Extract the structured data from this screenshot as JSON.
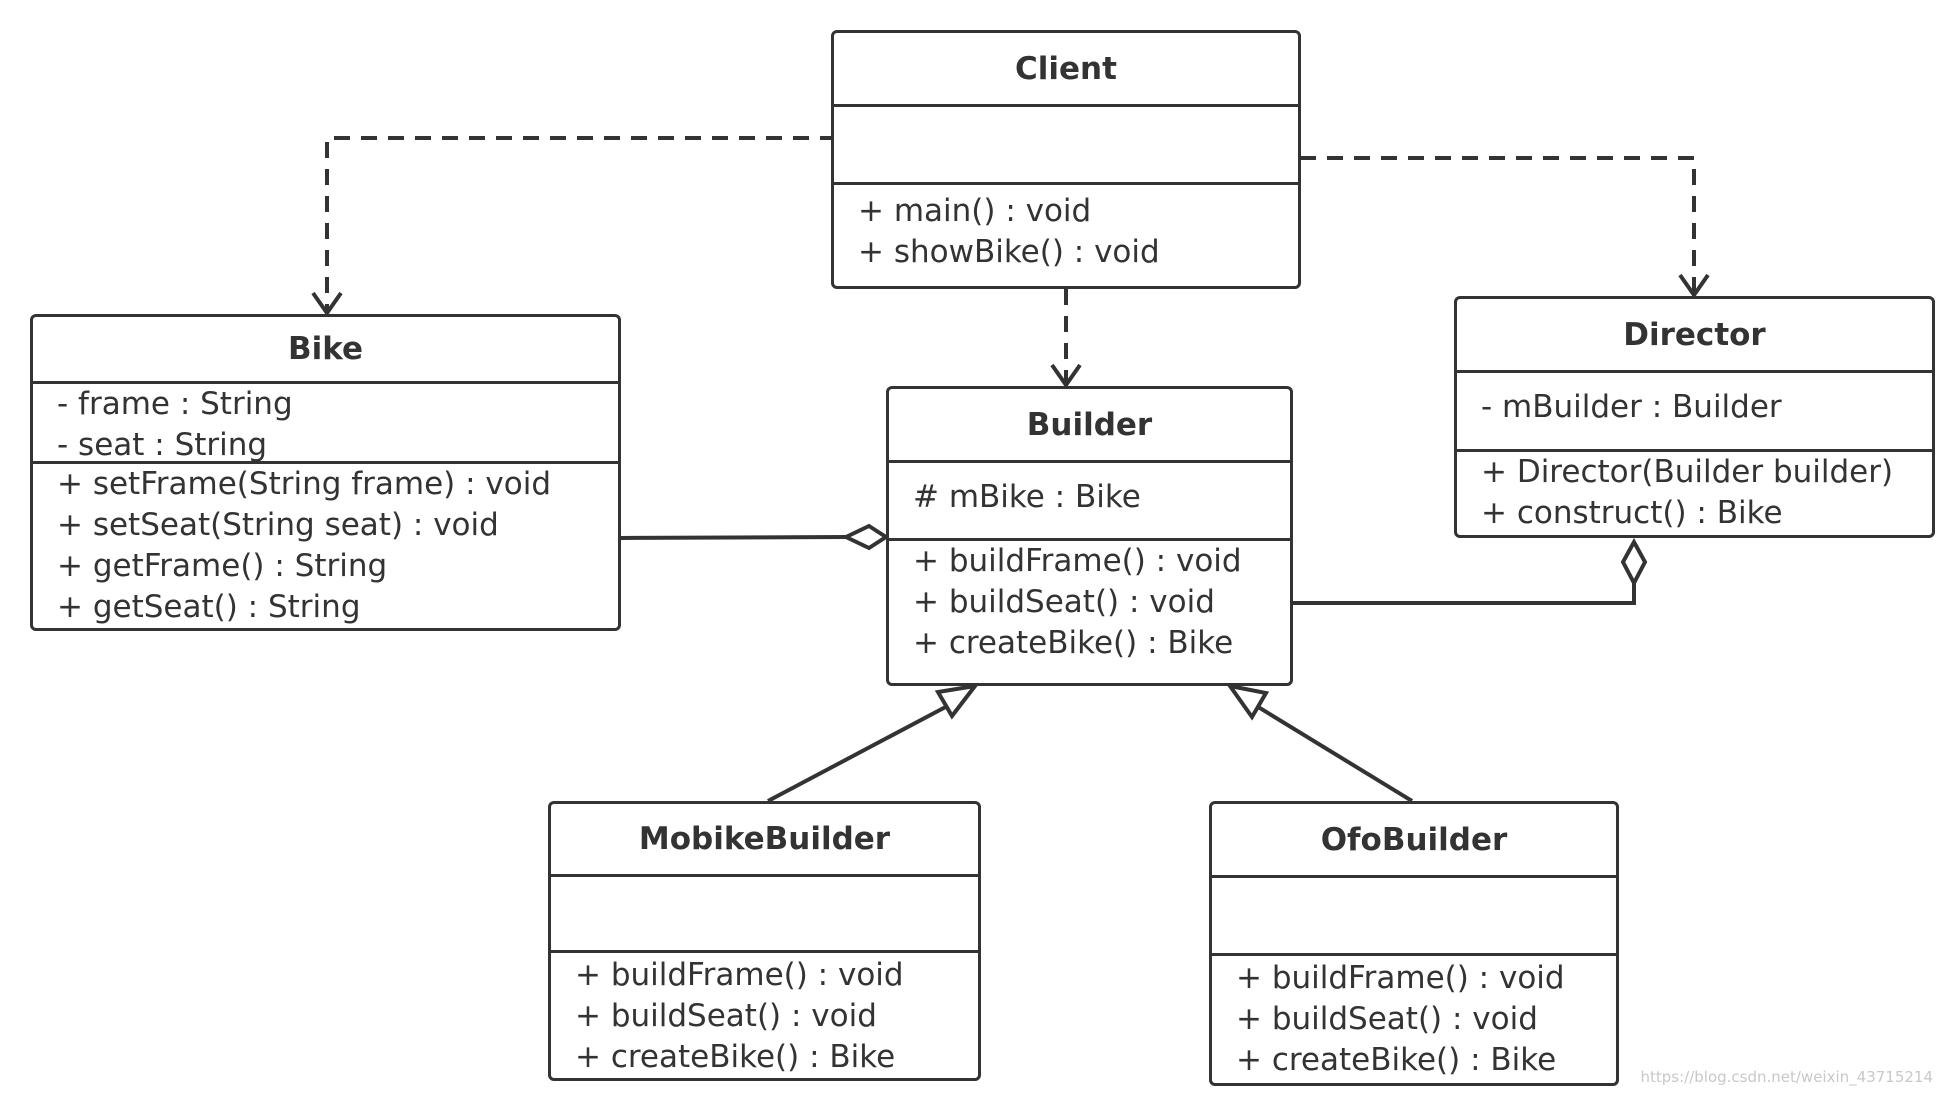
{
  "classes": {
    "client": {
      "name": "Client",
      "attributes": [],
      "operations": [
        "+ main() : void",
        "+ showBike() : void"
      ]
    },
    "bike": {
      "name": "Bike",
      "attributes": [
        "- frame : String",
        "- seat : String"
      ],
      "operations": [
        "+ setFrame(String frame) : void",
        "+ setSeat(String seat) : void",
        "+ getFrame() : String",
        "+ getSeat() : String"
      ]
    },
    "builder": {
      "name": "Builder",
      "attributes": [
        "# mBike : Bike"
      ],
      "operations": [
        "+ buildFrame() : void",
        "+ buildSeat() : void",
        "+ createBike() : Bike"
      ]
    },
    "director": {
      "name": "Director",
      "attributes": [
        "- mBuilder : Builder"
      ],
      "operations": [
        "+ Director(Builder builder)",
        "+ construct() : Bike"
      ]
    },
    "mobike": {
      "name": "MobikeBuilder",
      "attributes": [],
      "operations": [
        "+ buildFrame() : void",
        "+ buildSeat() : void",
        "+ createBike() : Bike"
      ]
    },
    "ofo": {
      "name": "OfoBuilder",
      "attributes": [],
      "operations": [
        "+ buildFrame() : void",
        "+ buildSeat() : void",
        "+ createBike() : Bike"
      ]
    }
  },
  "relationships": [
    {
      "type": "dependency",
      "from": "Client",
      "to": "Bike"
    },
    {
      "type": "dependency",
      "from": "Client",
      "to": "Builder"
    },
    {
      "type": "dependency",
      "from": "Client",
      "to": "Director"
    },
    {
      "type": "aggregation",
      "whole": "Builder",
      "part": "Bike"
    },
    {
      "type": "aggregation",
      "whole": "Director",
      "part": "Builder"
    },
    {
      "type": "generalization",
      "from": "MobikeBuilder",
      "to": "Builder"
    },
    {
      "type": "generalization",
      "from": "OfoBuilder",
      "to": "Builder"
    }
  ],
  "colors": {
    "line": "#333333",
    "background": "#ffffff",
    "watermark": "#c8c8c8"
  },
  "watermark": "https://blog.csdn.net/weixin_43715214"
}
